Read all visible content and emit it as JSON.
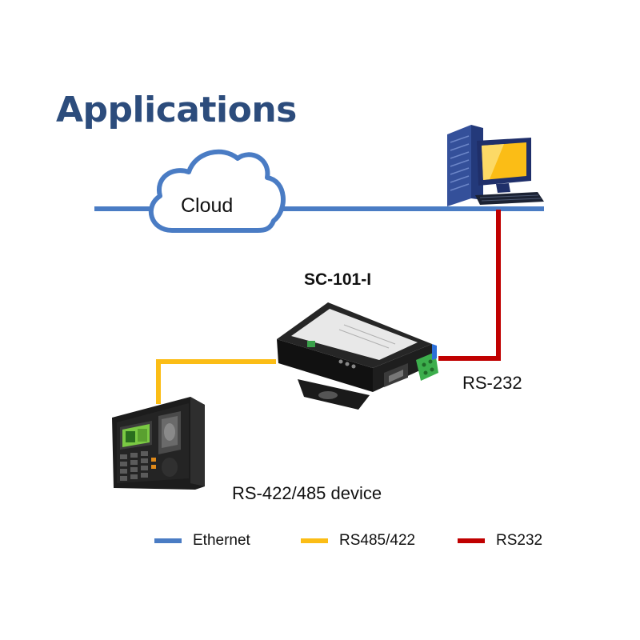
{
  "title": "Applications",
  "labels": {
    "cloud": "Cloud",
    "device": "SC-101-I",
    "rs232_link": "RS-232",
    "serial_device": "RS-422/485 device"
  },
  "legend": [
    {
      "label": "Ethernet",
      "color": "#4a7cc4"
    },
    {
      "label": "RS485/422",
      "color": "#fbbd16"
    },
    {
      "label": "RS232",
      "color": "#c00000"
    }
  ],
  "colors": {
    "title": "#2c4c7c",
    "ethernet": "#4a7cc4",
    "rs485": "#fbbd16",
    "rs232": "#c00000"
  },
  "icons": [
    "cloud-icon",
    "computer-icon",
    "converter-device-icon",
    "fingerprint-terminal-icon"
  ]
}
